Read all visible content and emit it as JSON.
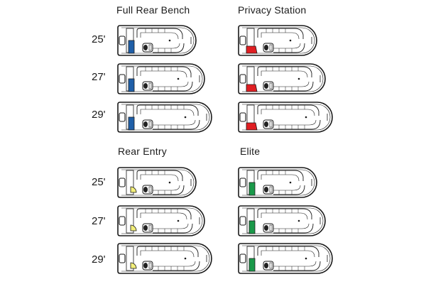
{
  "sections": [
    {
      "key": "full_rear_bench",
      "title": "Full Rear Bench",
      "accent": "#1f5fa8",
      "marker": "bar"
    },
    {
      "key": "privacy_station",
      "title": "Privacy Station",
      "accent": "#e01e22",
      "marker": "corner"
    },
    {
      "key": "rear_entry",
      "title": "Rear Entry",
      "accent": "#f2ee7a",
      "marker": "gate"
    },
    {
      "key": "elite",
      "title": "Elite",
      "accent": "#1a9a4a",
      "marker": "bar"
    }
  ],
  "lengths": [
    "25'",
    "27'",
    "29'",
    "25'",
    "27'",
    "29'"
  ],
  "colors": {
    "outline": "#1a1a1a",
    "background": "#ffffff"
  }
}
